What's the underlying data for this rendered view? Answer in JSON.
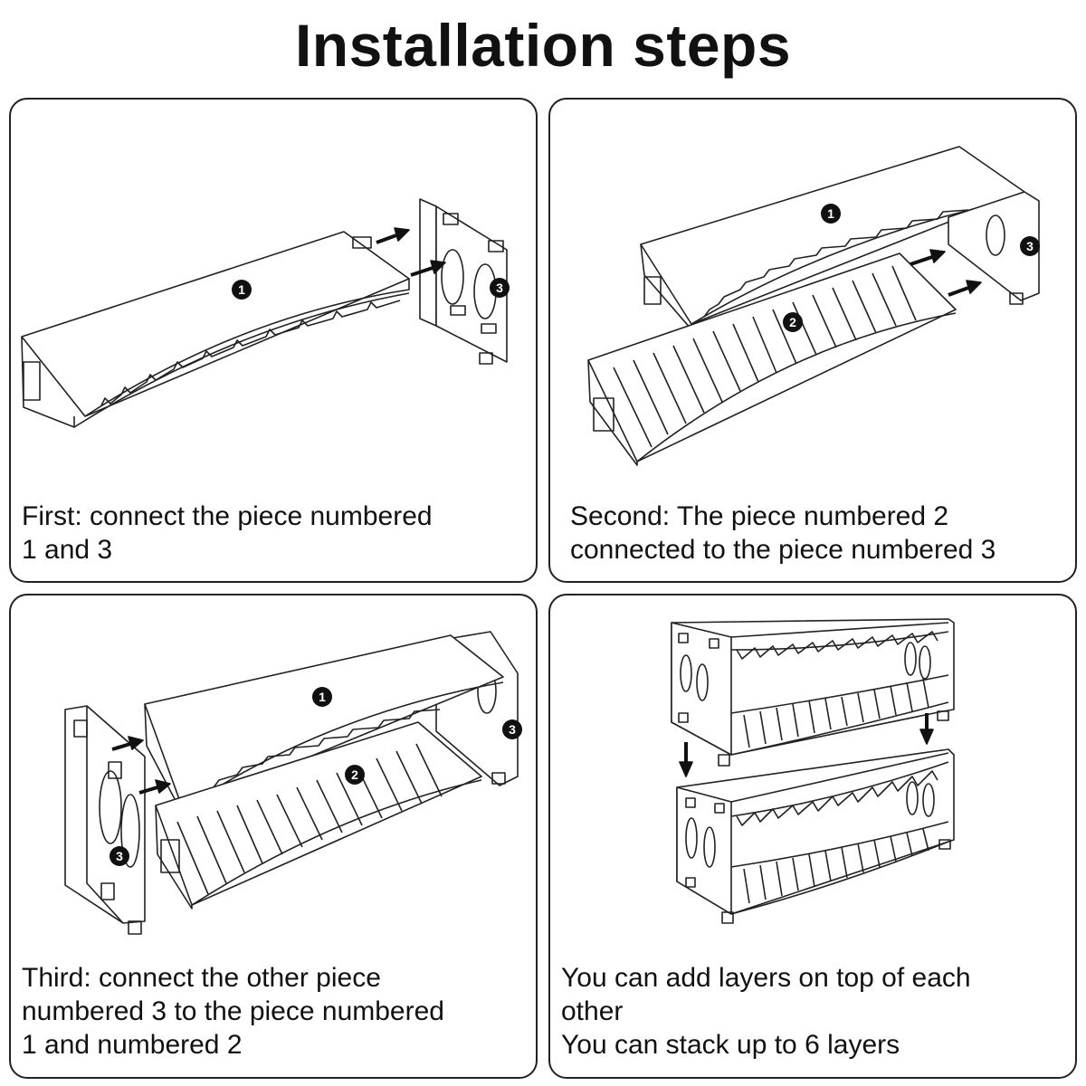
{
  "title": "Installation steps",
  "steps": [
    {
      "caption": "First: connect the piece numbered\n1 and 3",
      "badges": [
        "1",
        "3"
      ]
    },
    {
      "caption": "Second: The piece numbered 2\nconnected to the piece numbered 3",
      "badges": [
        "1",
        "2",
        "3"
      ]
    },
    {
      "caption": "Third: connect the other piece\nnumbered 3 to the piece numbered\n1 and numbered 2",
      "badges": [
        "1",
        "2",
        "3",
        "3"
      ]
    },
    {
      "caption": "You can add layers on top of each\nother\nYou can stack up to 6 layers",
      "badges": []
    }
  ]
}
